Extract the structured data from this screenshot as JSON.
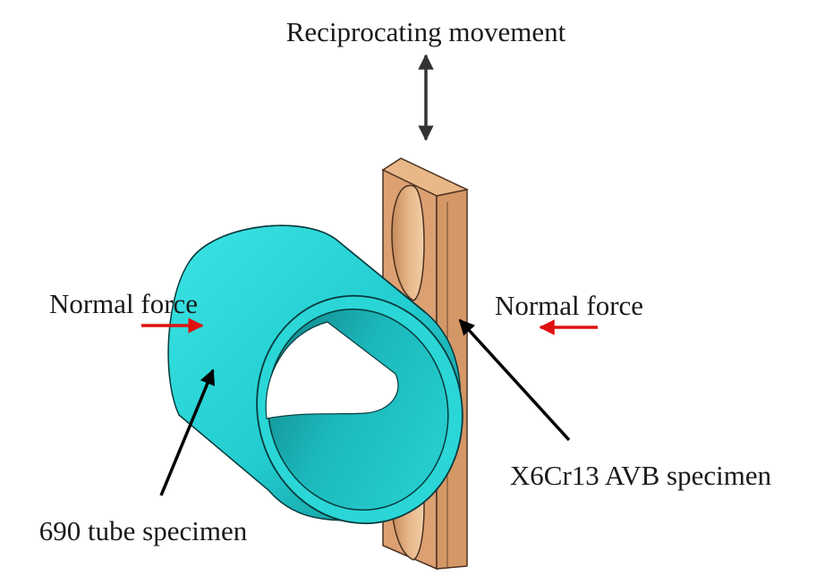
{
  "labels": {
    "movement": "Reciprocating movement",
    "normal_force_left": "Normal force",
    "normal_force_right": "Normal force",
    "avb_specimen": "X6Cr13 AVB specimen",
    "tube_specimen": "690 tube specimen"
  },
  "colors": {
    "tube": "#2ad4d4",
    "tube_dark": "#1a9fa3",
    "avb": "#e0a878",
    "avb_dark": "#c98c5c",
    "force_arrow": "#e01010",
    "pointer_arrow": "#000000",
    "movement_arrow": "#333333"
  }
}
